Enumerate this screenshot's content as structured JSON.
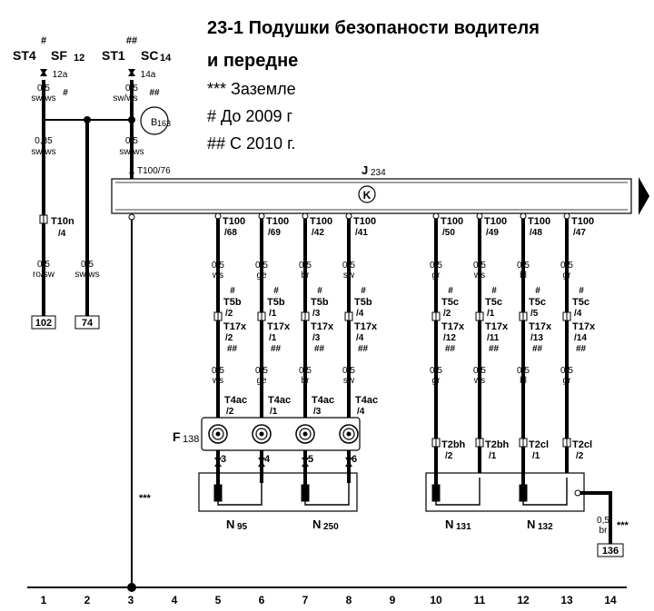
{
  "title": {
    "line1": "23-1 Подушки безопаности водителя",
    "line2": "и передне",
    "note_ground": "*** Заземле",
    "note_before": "# До 2009 г",
    "note_after": "## С 2010 г."
  },
  "fuses": [
    {
      "st": "ST4",
      "st_mark": "#",
      "sx": "SF",
      "sx_num": "12",
      "pin": "12a"
    },
    {
      "st": "ST1",
      "st_mark": "##",
      "sx": "SC",
      "sx_num": "14",
      "pin": "14a"
    }
  ],
  "left_wires": {
    "w1_top": {
      "size": "0,5",
      "color": "sw/ws",
      "mark": "#"
    },
    "w1_mid": {
      "size": "0,35",
      "color": "sw/ws"
    },
    "w1_conn": {
      "name": "T10n",
      "pin": "/4"
    },
    "w1_bot": {
      "size": "0,5",
      "color": "ro/sw"
    },
    "w2_bot": {
      "size": "0,5",
      "color": "sw/ws"
    },
    "w3_top": {
      "size": "0,5",
      "color": "sw/ws",
      "mark": "##"
    },
    "w3_mid": {
      "size": "0,5",
      "color": "sw/ws"
    },
    "w3_conn": "T100/76",
    "b_label": "B",
    "b_num": "163"
  },
  "refs": {
    "r1": "102",
    "r2": "74",
    "r3": "136"
  },
  "module": {
    "name": "J",
    "num": "234",
    "symbol": "K"
  },
  "wires": [
    {
      "t": "T100",
      "tp": "/68",
      "s": "0,5",
      "c": "ws",
      "a": "T5b",
      "ap": "/2",
      "b": "T17x",
      "bp": "/2",
      "s2": "0,5",
      "c2": "ws",
      "f": "T4ac",
      "fp": "/2",
      "pin": "3"
    },
    {
      "t": "T100",
      "tp": "/69",
      "s": "0,5",
      "c": "ge",
      "a": "T5b",
      "ap": "/1",
      "b": "T17x",
      "bp": "/1",
      "s2": "0,5",
      "c2": "ge",
      "f": "T4ac",
      "fp": "/1",
      "pin": "4"
    },
    {
      "t": "T100",
      "tp": "/42",
      "s": "0,5",
      "c": "br",
      "a": "T5b",
      "ap": "/3",
      "b": "T17x",
      "bp": "/3",
      "s2": "0,5",
      "c2": "br",
      "f": "T4ac",
      "fp": "/3",
      "pin": "5"
    },
    {
      "t": "T100",
      "tp": "/41",
      "s": "0,5",
      "c": "sw",
      "a": "T5b",
      "ap": "/4",
      "b": "T17x",
      "bp": "/4",
      "s2": "0,5",
      "c2": "sw",
      "f": "T4ac",
      "fp": "/4",
      "pin": "6"
    },
    {
      "t": "T100",
      "tp": "/50",
      "s": "0,5",
      "c": "gr",
      "a": "T5c",
      "ap": "/2",
      "b": "T17x",
      "bp": "/12",
      "s2": "0,5",
      "c2": "gr",
      "f": "T2bh",
      "fp": "/2",
      "pin": ""
    },
    {
      "t": "T100",
      "tp": "/49",
      "s": "0,5",
      "c": "ws",
      "a": "T5c",
      "ap": "/1",
      "b": "T17x",
      "bp": "/11",
      "s2": "0,5",
      "c2": "ws",
      "f": "T2bh",
      "fp": "/1",
      "pin": ""
    },
    {
      "t": "T100",
      "tp": "/48",
      "s": "0,5",
      "c": "bl",
      "a": "T5c",
      "ap": "/5",
      "b": "T17x",
      "bp": "/13",
      "s2": "0,5",
      "c2": "bl",
      "f": "T2cl",
      "fp": "/1",
      "pin": ""
    },
    {
      "t": "T100",
      "tp": "/47",
      "s": "0,5",
      "c": "gr",
      "a": "T5c",
      "ap": "/4",
      "b": "T17x",
      "bp": "/14",
      "s2": "0,5",
      "c2": "gr",
      "f": "T2cl",
      "fp": "/2",
      "pin": ""
    }
  ],
  "marks": {
    "one": "#",
    "two": "##",
    "three": "***"
  },
  "spring": {
    "name": "F",
    "num": "138"
  },
  "components": [
    {
      "name": "N",
      "num": "95"
    },
    {
      "name": "N",
      "num": "250"
    },
    {
      "name": "N",
      "num": "131"
    },
    {
      "name": "N",
      "num": "132"
    }
  ],
  "ground": {
    "size": "0,5",
    "color": "br",
    "mark": "***"
  },
  "left_ground_mark": "***",
  "grid": [
    "1",
    "2",
    "3",
    "4",
    "5",
    "6",
    "7",
    "8",
    "9",
    "10",
    "11",
    "12",
    "13",
    "14"
  ]
}
